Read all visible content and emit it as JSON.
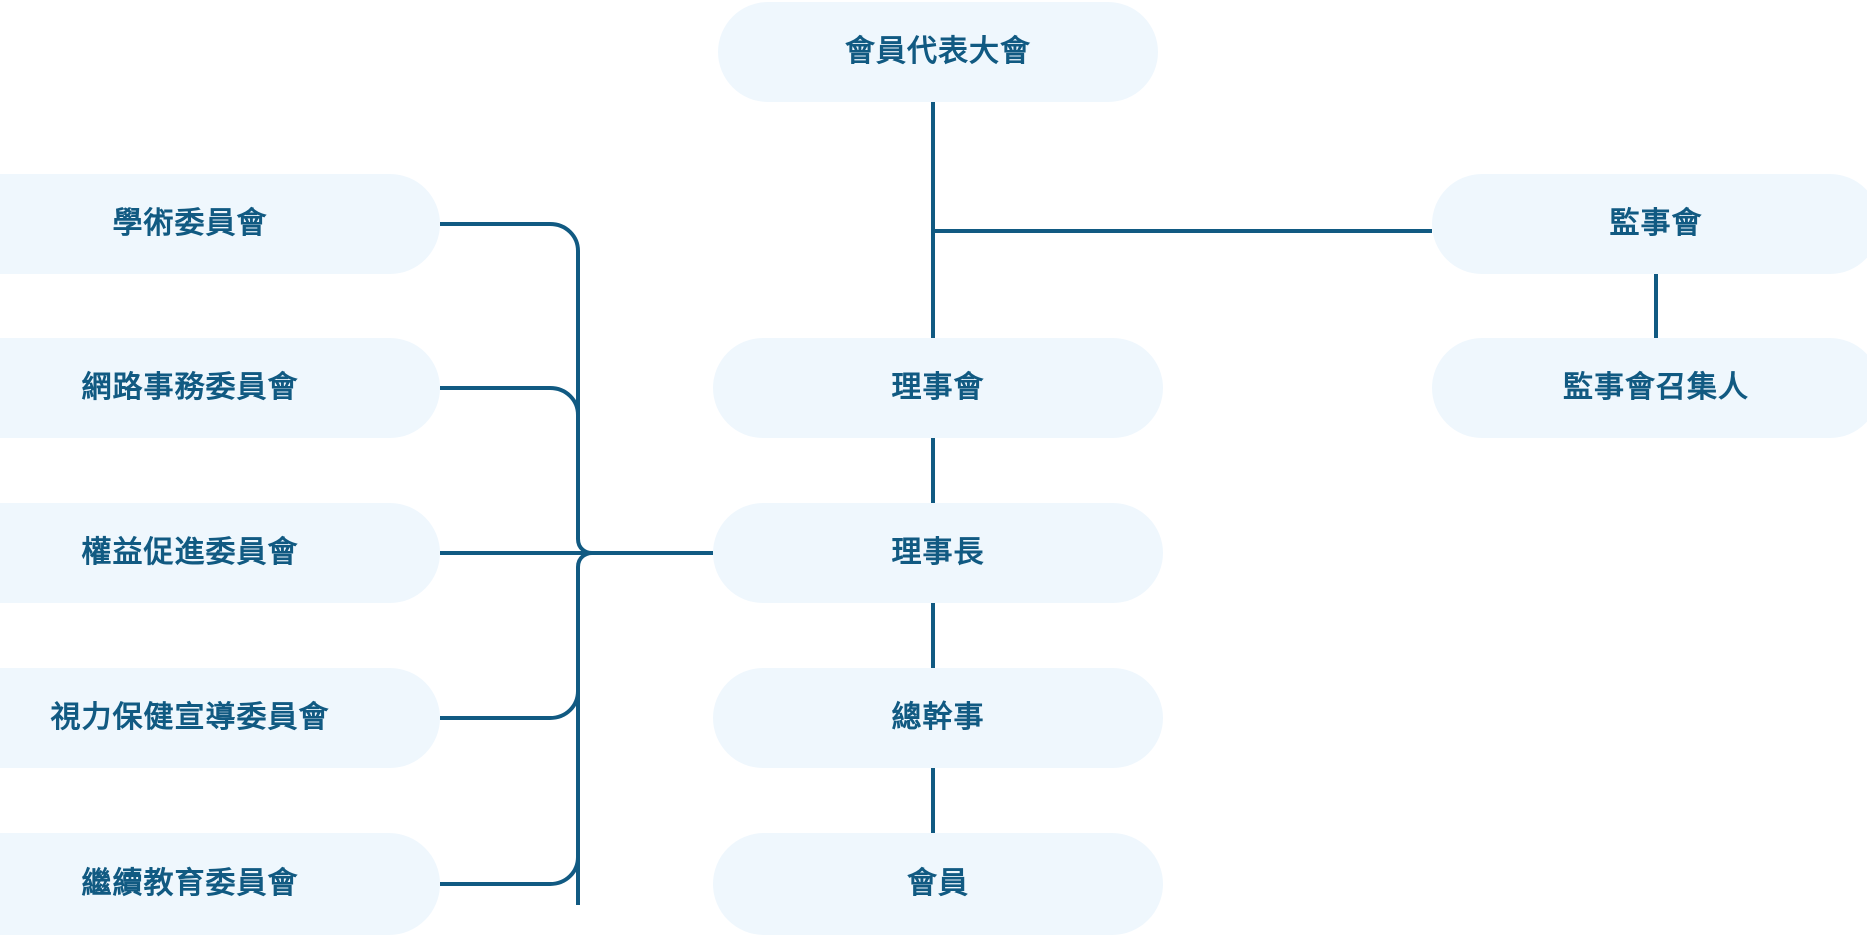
{
  "theme": {
    "node_fill": "#eff7fd",
    "text_color": "#115a82",
    "line_color": "#115a82",
    "background": "#ffffff",
    "line_width": 4
  },
  "nodes": {
    "assembly": {
      "label": "會員代表大會"
    },
    "board_of_directors": {
      "label": "理事會"
    },
    "chairman": {
      "label": "理事長"
    },
    "secretary_general": {
      "label": "總幹事"
    },
    "members": {
      "label": "會員"
    },
    "board_of_supervisors": {
      "label": "監事會"
    },
    "supervisor_convener": {
      "label": "監事會召集人"
    }
  },
  "committees": [
    {
      "label": "學術委員會"
    },
    {
      "label": "網路事務委員會"
    },
    {
      "label": "權益促進委員會"
    },
    {
      "label": "視力保健宣導委員會"
    },
    {
      "label": "繼續教育委員會"
    }
  ],
  "chart_data": {
    "type": "diagram",
    "title": "",
    "layout": "organization-chart",
    "columns": [
      "committees-left",
      "main-center",
      "supervisors-right"
    ],
    "nodes": [
      {
        "id": "assembly",
        "label": "會員代表大會",
        "column": "center",
        "row": 0
      },
      {
        "id": "board_of_directors",
        "label": "理事會",
        "column": "center",
        "row": 2
      },
      {
        "id": "chairman",
        "label": "理事長",
        "column": "center",
        "row": 3
      },
      {
        "id": "secretary_general",
        "label": "總幹事",
        "column": "center",
        "row": 4
      },
      {
        "id": "members",
        "label": "會員",
        "column": "center",
        "row": 5
      },
      {
        "id": "board_of_supervisors",
        "label": "監事會",
        "column": "right",
        "row": 1
      },
      {
        "id": "supervisor_convener",
        "label": "監事會召集人",
        "column": "right",
        "row": 2
      },
      {
        "id": "academic_committee",
        "label": "學術委員會",
        "column": "left",
        "row": 1
      },
      {
        "id": "internet_affairs_committee",
        "label": "網路事務委員會",
        "column": "left",
        "row": 2
      },
      {
        "id": "rights_promotion_committee",
        "label": "權益促進委員會",
        "column": "left",
        "row": 3
      },
      {
        "id": "vision_health_committee",
        "label": "視力保健宣導委員會",
        "column": "left",
        "row": 4
      },
      {
        "id": "continuing_education_committee",
        "label": "繼續教育委員會",
        "column": "left",
        "row": 5
      }
    ],
    "edges": [
      {
        "from": "assembly",
        "to": "board_of_directors"
      },
      {
        "from": "assembly",
        "to": "board_of_supervisors"
      },
      {
        "from": "board_of_supervisors",
        "to": "supervisor_convener"
      },
      {
        "from": "board_of_directors",
        "to": "chairman"
      },
      {
        "from": "chairman",
        "to": "secretary_general"
      },
      {
        "from": "secretary_general",
        "to": "members"
      },
      {
        "from": "academic_committee",
        "to": "chairman"
      },
      {
        "from": "internet_affairs_committee",
        "to": "chairman"
      },
      {
        "from": "rights_promotion_committee",
        "to": "chairman"
      },
      {
        "from": "vision_health_committee",
        "to": "chairman"
      },
      {
        "from": "continuing_education_committee",
        "to": "chairman"
      }
    ]
  }
}
